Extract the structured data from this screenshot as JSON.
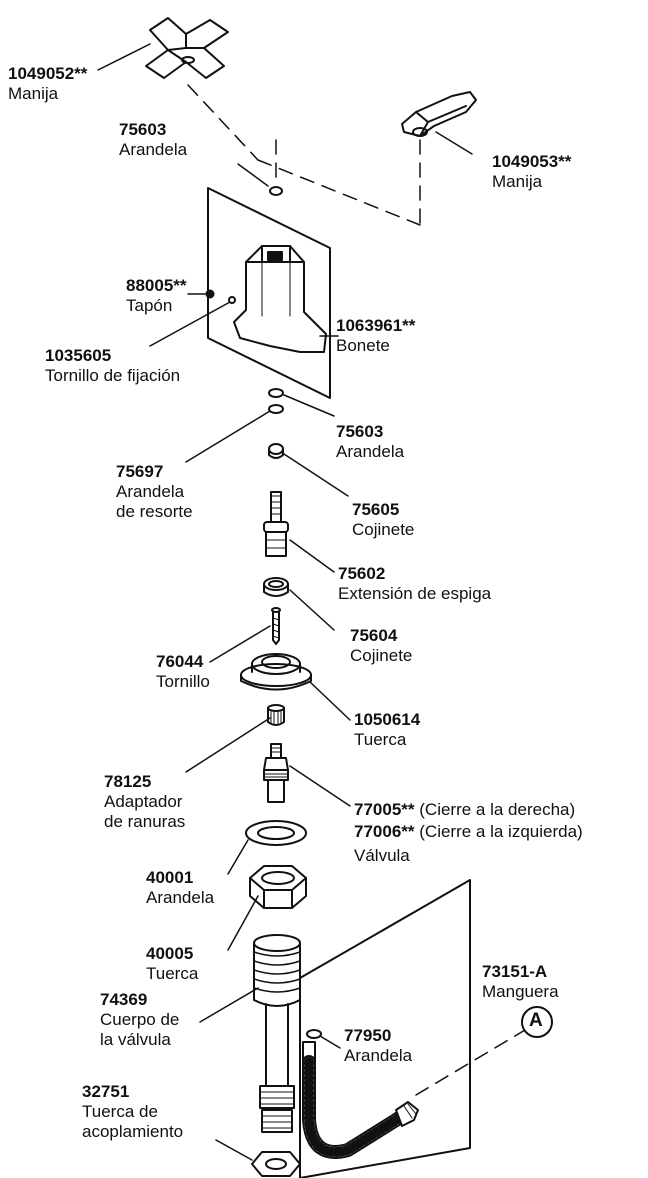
{
  "parts": [
    {
      "id": "p1049052",
      "number": "1049052**",
      "desc": "Manija"
    },
    {
      "id": "p75603a",
      "number": "75603",
      "desc": "Arandela"
    },
    {
      "id": "p1049053",
      "number": "1049053**",
      "desc": "Manija"
    },
    {
      "id": "p88005",
      "number": "88005**",
      "desc": "Tapón"
    },
    {
      "id": "p1063961",
      "number": "1063961**",
      "desc": "Bonete"
    },
    {
      "id": "p1035605",
      "number": "1035605",
      "desc": "Tornillo de fijación"
    },
    {
      "id": "p75603b",
      "number": "75603",
      "desc": "Arandela"
    },
    {
      "id": "p75697",
      "number": "75697",
      "desc_line1": "Arandela",
      "desc_line2": "de resorte"
    },
    {
      "id": "p75605",
      "number": "75605",
      "desc": "Cojinete"
    },
    {
      "id": "p75602",
      "number": "75602",
      "desc": "Extensión de espiga"
    },
    {
      "id": "p75604",
      "number": "75604",
      "desc": "Cojinete"
    },
    {
      "id": "p76044",
      "number": "76044",
      "desc": "Tornillo"
    },
    {
      "id": "p1050614",
      "number": "1050614",
      "desc": "Tuerca"
    },
    {
      "id": "p78125",
      "number": "78125",
      "desc_line1": "Adaptador",
      "desc_line2": "de ranuras"
    },
    {
      "id": "p77005",
      "number": "77005**",
      "desc": "(Cierre a la derecha)"
    },
    {
      "id": "p77006",
      "number": "77006**",
      "desc": "(Cierre a la izquierda)",
      "desc2": "Válvula"
    },
    {
      "id": "p40001",
      "number": "40001",
      "desc": "Arandela"
    },
    {
      "id": "p40005",
      "number": "40005",
      "desc": "Tuerca"
    },
    {
      "id": "p74369",
      "number": "74369",
      "desc_line1": "Cuerpo de",
      "desc_line2": "la válvula"
    },
    {
      "id": "p73151A",
      "number": "73151-A",
      "desc": "Manguera"
    },
    {
      "id": "p77950",
      "number": "77950",
      "desc": "Arandela"
    },
    {
      "id": "p32751",
      "number": "32751",
      "desc_line1": "Tuerca de",
      "desc_line2": "acoplamiento"
    }
  ],
  "callout_letter": "A"
}
